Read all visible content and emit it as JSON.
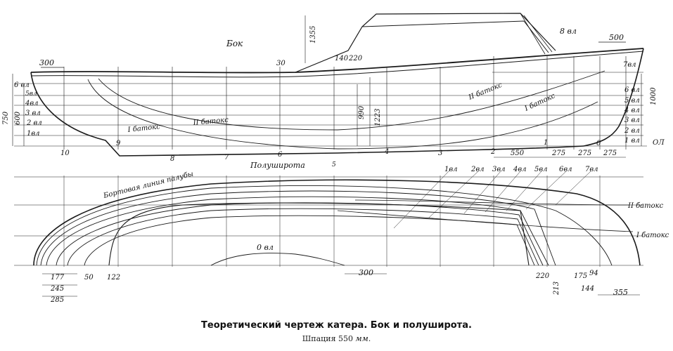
{
  "profile": {
    "label": "Бок",
    "depth_dims": [
      "750",
      "600"
    ],
    "height_dims": [
      "990",
      "1223",
      "1355"
    ],
    "right_height_dim": "1000",
    "top_dims": [
      "300",
      "500",
      "30",
      "140",
      "220"
    ],
    "roof_waterline_label": "8 вл",
    "waterlines_right": [
      "7вл",
      "6 вл",
      "5 вл",
      "4 вл",
      "3 вл",
      "2 вл",
      "1 вл",
      "ОЛ"
    ],
    "waterlines_left": [
      "6 вл",
      "5вл",
      "4вл",
      "3 вл",
      "2 вл",
      "1вл"
    ],
    "stations": [
      "10",
      "9",
      "8",
      "7",
      "6",
      "5",
      "4",
      "3",
      "2",
      "1",
      "0"
    ],
    "bottom_dims": [
      "550",
      "275",
      "275",
      "275"
    ],
    "buttock_labels": [
      "I батокс",
      "II батокс",
      "II батокс",
      "I батокс"
    ]
  },
  "half_breadth": {
    "label": "Полуширота",
    "deck_line_label": "Бортовая линия палубы",
    "waterline_labels": [
      "1вл",
      "2вл",
      "3вл",
      "4вл",
      "5вл",
      "6вл",
      "7вл"
    ],
    "zero_waterline": "0 вл",
    "buttock_labels": [
      "II батокс",
      "I батокс"
    ],
    "bottom_dims_left": [
      "177",
      "245",
      "285",
      "50",
      "122"
    ],
    "bottom_dims_mid": [
      "300"
    ],
    "bottom_dims_right": [
      "220",
      "213",
      "175",
      "94",
      "144",
      "355"
    ]
  },
  "caption": {
    "title": "Теоретический чертеж катера. Бок и полуширота.",
    "subtitle_prefix": "Шпация 550",
    "subtitle_unit": "мм."
  }
}
